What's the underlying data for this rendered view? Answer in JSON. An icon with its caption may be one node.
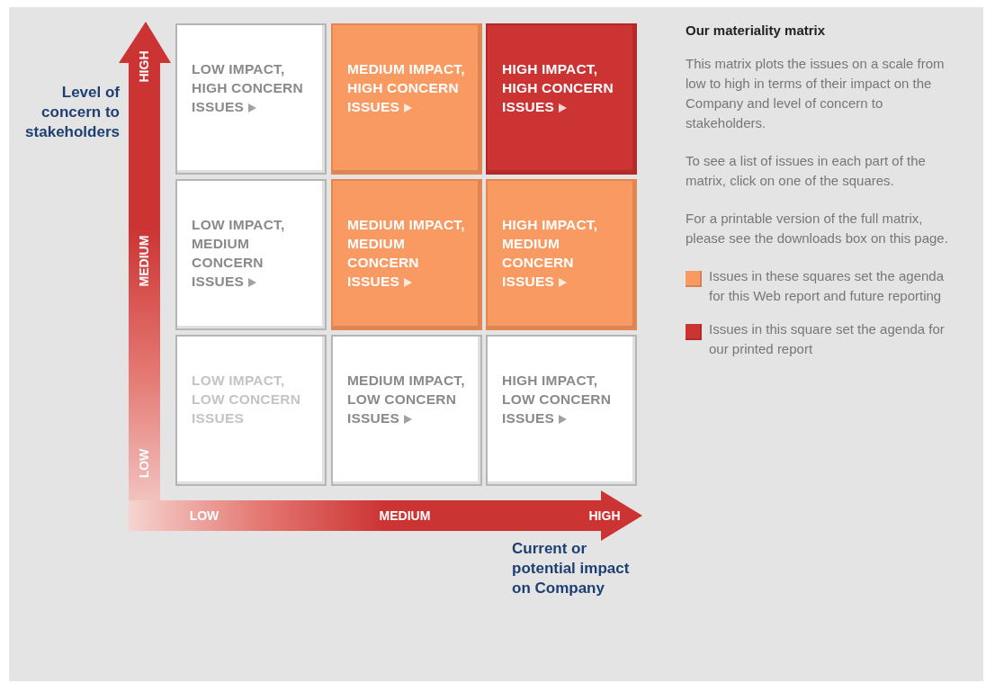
{
  "diagram": {
    "title": "Our materiality matrix",
    "nodes": [
      {
        "text": [
          "LOW IMPACT, HIGH CONCERN ISSUES"
        ]
      },
      {
        "text": [
          "MEDIUM IMPACT, HIGH CONCERN ISSUES"
        ]
      },
      {
        "text": [
          "HIGH IMPACT, HIGH CONCERN ISSUES"
        ]
      },
      {
        "text": [
          "LOW IMPACT, MEDIUM CONCERN ISSUES"
        ]
      },
      {
        "text": [
          "MEDIUM IMPACT, MEDIUM CONCERN ISSUES"
        ]
      },
      {
        "text": [
          "HIGH IMPACT, MEDIUM CONCERN ISSUES"
        ]
      },
      {
        "text": [
          "LOW IMPACT, LOW CONCERN ISSUES"
        ]
      },
      {
        "text": [
          "MEDIUM IMPACT, LOW CONCERN ISSUES"
        ]
      },
      {
        "text": [
          "HIGH IMPACT, LOW CONCERN ISSUES"
        ]
      }
    ],
    "edges": [],
    "labels": [
      "Level of concern to stakeholders",
      "HIGH",
      "MEDIUM",
      "LOW",
      "LOW",
      "MEDIUM",
      "HIGH",
      "Current or potential impact on Company",
      "This matrix plots the issues on a scale from low to high in terms of their impact on the Company and level of concern to stakeholders.",
      "To see a list of issues in each part of the matrix, click on one of the squares.",
      "For a printable version of the full matrix, please see the downloads box on this page."
    ],
    "legend": [
      {
        "text": "Issues in these squares set the agenda for this Web report and future reporting",
        "color": "#f99a63"
      },
      {
        "text": "Issues in this square set the agenda for our printed report",
        "color": "#cc3333"
      }
    ]
  }
}
